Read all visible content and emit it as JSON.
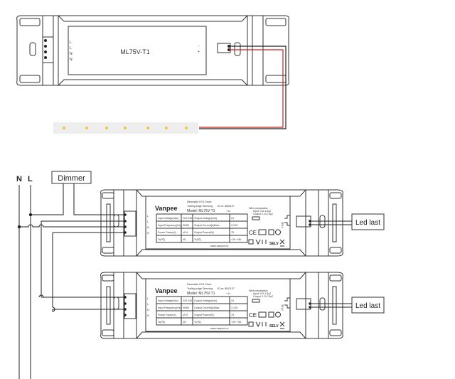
{
  "top_driver": {
    "model": "ML75V-T1",
    "input_terminals": [
      "L",
      "L",
      "N",
      "N"
    ],
    "output_terminals": [
      "−",
      "+"
    ]
  },
  "wiring": {
    "neutral_label": "N",
    "live_label": "L",
    "dimmer_label": "Dimmer",
    "load_label": "Led last"
  },
  "driver_label": {
    "brand": "Vanpee",
    "title": "Dimmable LED Driver",
    "dimming": "Trailing-edge Dimming",
    "id": "ID-nr: 8631107",
    "model": "Model: ML75V-T1",
    "model_suffix": "+1c",
    "terminals": [
      "L",
      "L",
      "N",
      "N"
    ],
    "table": [
      [
        "Input Voltage(Vac)",
        "220-240",
        "Output Voltage(Vdc)",
        "24"
      ],
      [
        "Input Frequency(Hz)",
        "50/60",
        "Output Current(A)Max",
        "3.125"
      ],
      [
        "Power Factor(λ)",
        "≥0.9",
        "Output Power(W)",
        "75"
      ],
      [
        "Ta(℃)",
        "45",
        "Tc(℃)",
        "+20~+50"
      ]
    ],
    "website": "www.vanpee.no",
    "wire_prep": "Wire preparation",
    "wire_input": "Input: 0.5-1.5㎟",
    "wire_output": "Output: 1.5-2.5㎟",
    "ce": "CE",
    "selv": "SELV",
    "output_sign": "SELV"
  },
  "colors": {
    "wire": "#222222",
    "positive_wire": "#cc2222",
    "led": "#f2c24a",
    "strip": "#eeeeee"
  }
}
